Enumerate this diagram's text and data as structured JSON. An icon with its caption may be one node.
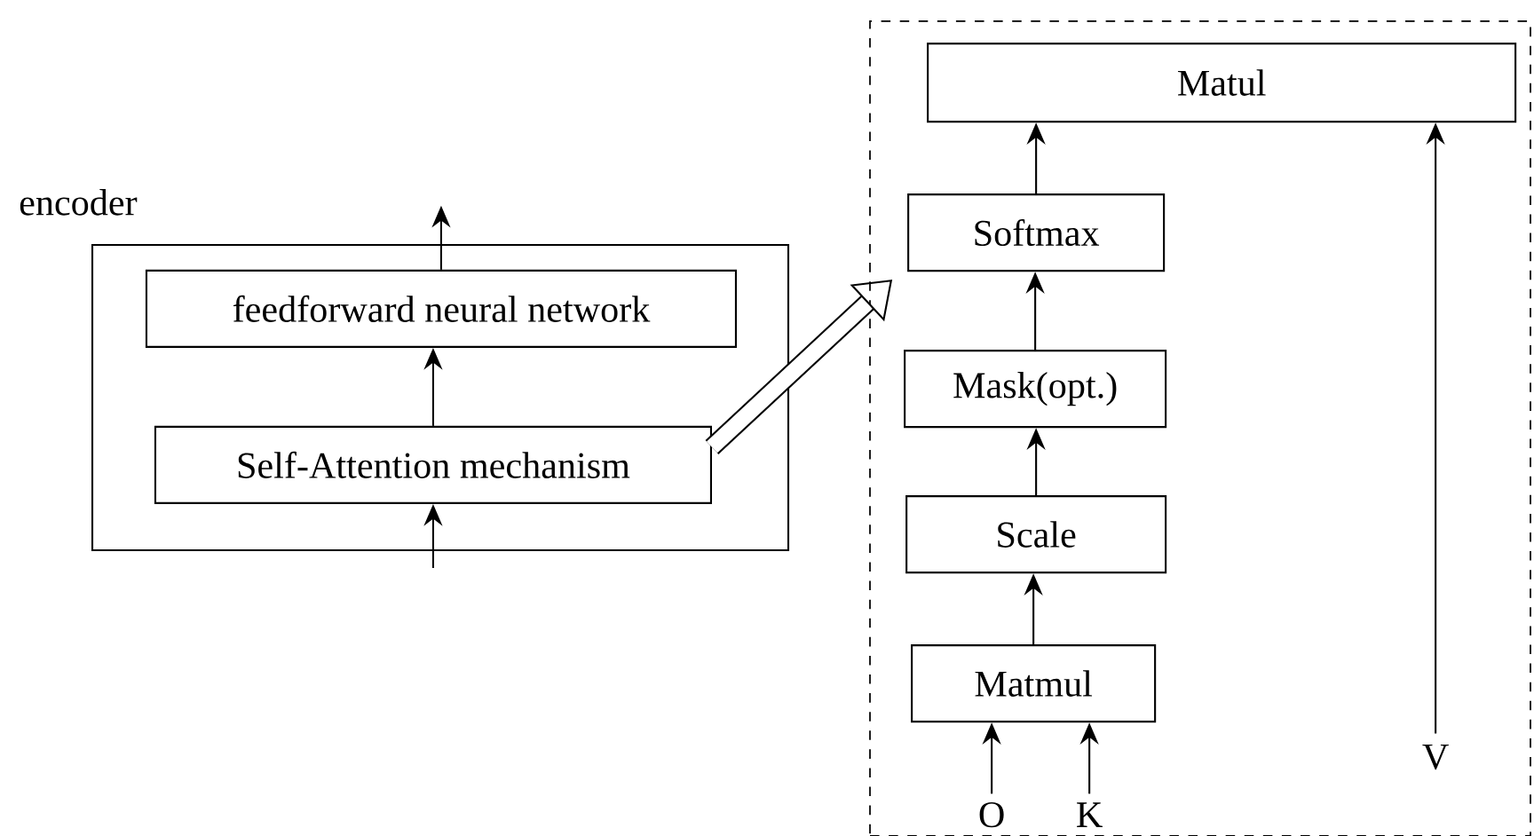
{
  "diagram": {
    "nodes": [
      {
        "text": [
          "encoder"
        ]
      },
      {
        "text": [
          "feedforward neural network"
        ],
        "in": 0
      },
      {
        "text": [
          "Self-Attention mechanism"
        ],
        "in": 0
      },
      {
        "text": [],
        "shape": "box"
      },
      {
        "text": [
          "Matul"
        ],
        "in": 3
      },
      {
        "text": [
          "Softmax"
        ],
        "in": 3
      },
      {
        "text": [
          "Mask(opt.)"
        ],
        "in": 3
      },
      {
        "text": [
          "Scale"
        ],
        "in": 3
      },
      {
        "text": [
          "Matmul"
        ],
        "in": 3
      },
      {
        "text": [
          "O"
        ],
        "in": 3
      },
      {
        "text": [
          "K"
        ],
        "in": 3
      },
      {
        "text": [
          "V"
        ],
        "in": 3
      }
    ],
    "edges": [
      {
        "from": null,
        "to": 2,
        "arrow": "to"
      },
      {
        "from": 2,
        "to": 1,
        "arrow": "to"
      },
      {
        "from": 1,
        "to": null,
        "arrow": "to"
      },
      {
        "from": 2,
        "to": 3,
        "arrow": "to",
        "style": "thick"
      },
      {
        "from": 9,
        "to": 8,
        "arrow": "to"
      },
      {
        "from": 10,
        "to": 8,
        "arrow": "to"
      },
      {
        "from": 8,
        "to": 7,
        "arrow": "to"
      },
      {
        "from": 7,
        "to": 6,
        "arrow": "to"
      },
      {
        "from": 6,
        "to": 5,
        "arrow": "to"
      },
      {
        "from": 5,
        "to": 4,
        "arrow": "to"
      },
      {
        "from": 11,
        "to": 4,
        "arrow": "to"
      }
    ]
  }
}
